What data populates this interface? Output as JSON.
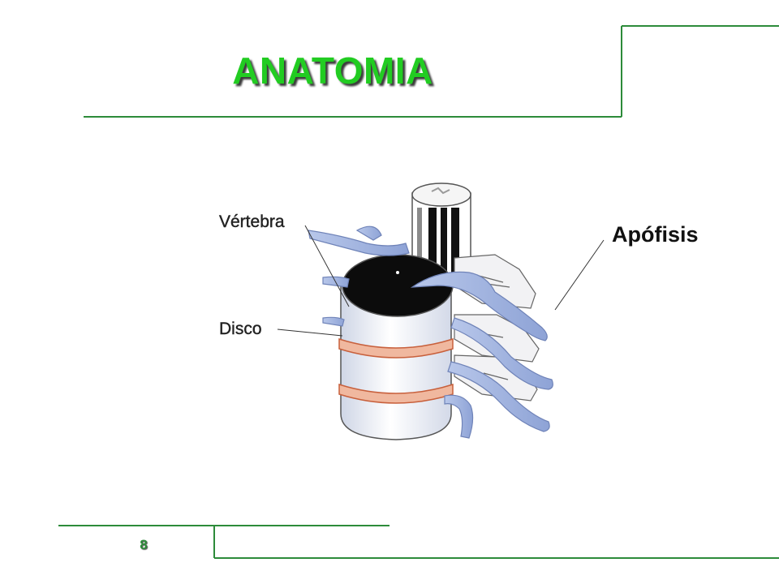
{
  "slide": {
    "title": "ANATOMIA",
    "page_number": "8",
    "labels": {
      "vertebra": "Vértebra",
      "disco": "Disco",
      "apofisis": "Apófisis"
    },
    "colors": {
      "title": "#22cc22",
      "frame_lines": "#2d8b3a",
      "disc": "#e07a5f",
      "process": "#9fb4dd"
    }
  }
}
